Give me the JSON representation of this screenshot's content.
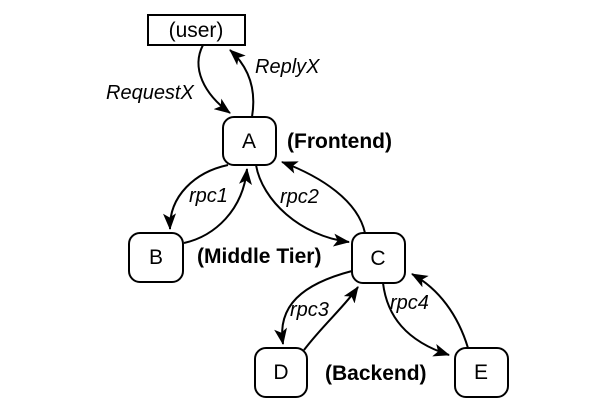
{
  "diagram": {
    "description": "RPC call graph with user, frontend, middle tier and backend nodes",
    "colors": {
      "stroke": "#000000",
      "background": "#ffffff"
    },
    "nodes": {
      "user": {
        "label": "(user)",
        "shape": "rectangle"
      },
      "a": {
        "label": "A",
        "shape": "rounded-rectangle",
        "tier": "(Frontend)"
      },
      "b": {
        "label": "B",
        "shape": "rounded-rectangle",
        "tier": "(Middle Tier)"
      },
      "c": {
        "label": "C",
        "shape": "rounded-rectangle",
        "tier": "(Middle Tier)"
      },
      "d": {
        "label": "D",
        "shape": "rounded-rectangle",
        "tier": "(Backend)"
      },
      "e": {
        "label": "E",
        "shape": "rounded-rectangle",
        "tier": "(Backend)"
      }
    },
    "tier_labels": {
      "frontend": "(Frontend)",
      "middle": "(Middle Tier)",
      "backend": "(Backend)"
    },
    "edges": [
      {
        "label": "RequestX",
        "from": "(user)",
        "to": "A",
        "bidirectional": false
      },
      {
        "label": "ReplyX",
        "from": "A",
        "to": "(user)",
        "bidirectional": false
      },
      {
        "label": "rpc1",
        "from": "A",
        "to": "B",
        "bidirectional": true
      },
      {
        "label": "rpc2",
        "from": "A",
        "to": "C",
        "bidirectional": true
      },
      {
        "label": "rpc3",
        "from": "C",
        "to": "D",
        "bidirectional": true
      },
      {
        "label": "rpc4",
        "from": "C",
        "to": "E",
        "bidirectional": true
      }
    ]
  }
}
